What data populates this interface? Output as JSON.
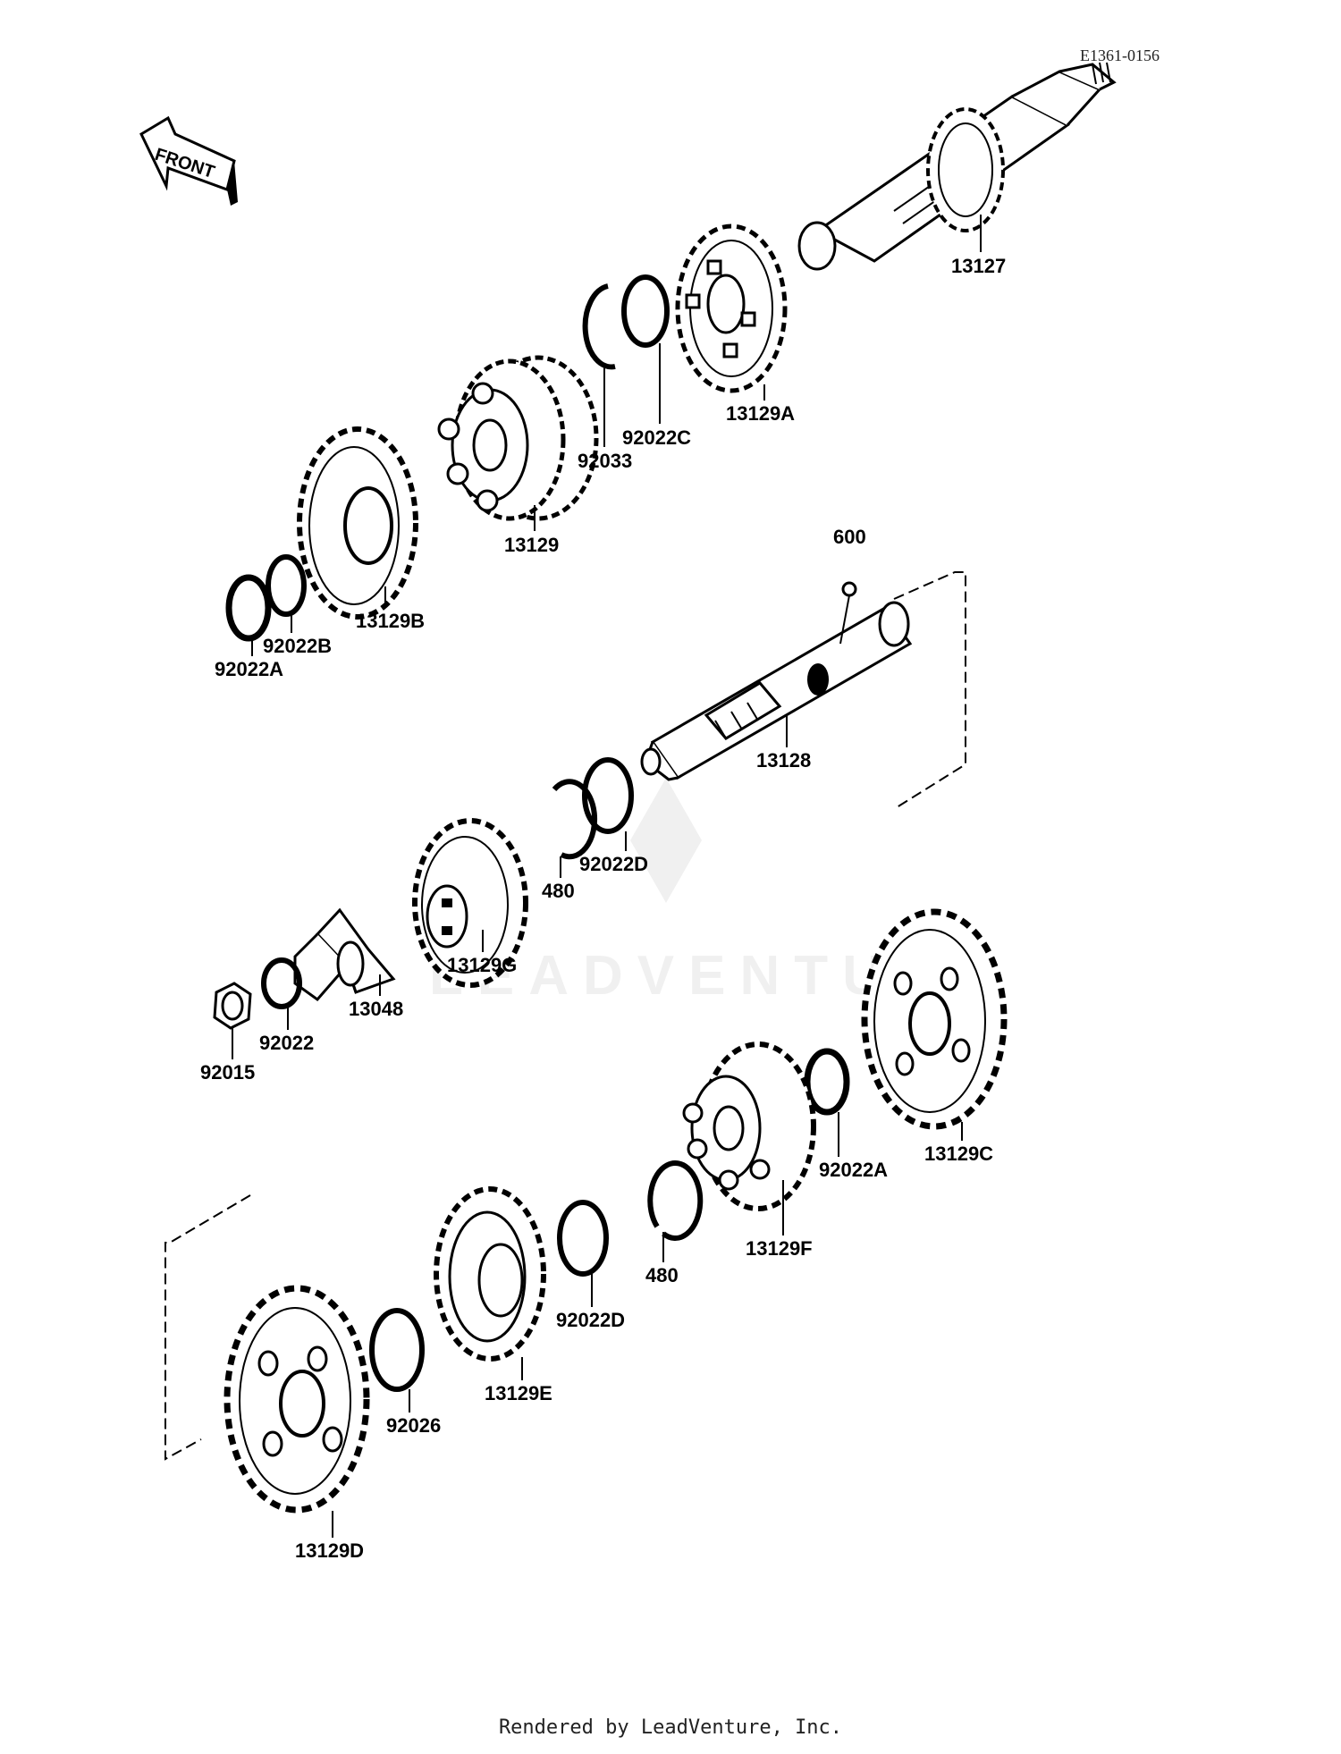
{
  "diagram_id": "E1361-0156",
  "front_label": "FRONT",
  "watermark": "LEADVENTURE",
  "footer": "Rendered by LeadVenture, Inc.",
  "parts": {
    "p13127": "13127",
    "p13129A": "13129A",
    "p92022C": "92022C",
    "p92033": "92033",
    "p13129": "13129",
    "p13129B": "13129B",
    "p92022B": "92022B",
    "p92022A_top": "92022A",
    "p600": "600",
    "p13128": "13128",
    "p92022D_mid": "92022D",
    "p480_mid": "480",
    "p13129G": "13129G",
    "p13048": "13048",
    "p92022": "92022",
    "p92015": "92015",
    "p13129C": "13129C",
    "p92022A_low": "92022A",
    "p13129F": "13129F",
    "p480_low": "480",
    "p92022D_low": "92022D",
    "p13129E": "13129E",
    "p92026": "92026",
    "p13129D": "13129D"
  }
}
